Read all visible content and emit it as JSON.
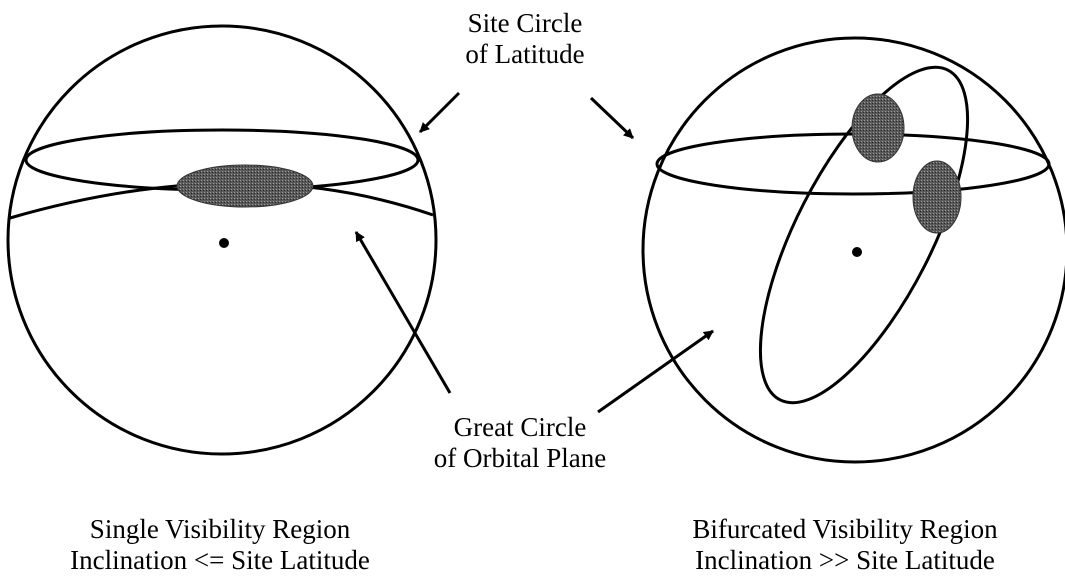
{
  "labels": {
    "site_circle": [
      "Site Circle",
      "of Latitude"
    ],
    "great_circle": [
      "Great Circle",
      "of Orbital Plane"
    ]
  },
  "captions": {
    "left": [
      "Single Visibility Region",
      "Inclination <= Site Latitude"
    ],
    "right": [
      "Bifurcated Visibility Region",
      "Inclination >> Site Latitude"
    ]
  },
  "colors": {
    "line": "#000000",
    "visibility_region": "#555555",
    "background": "#ffffff"
  }
}
